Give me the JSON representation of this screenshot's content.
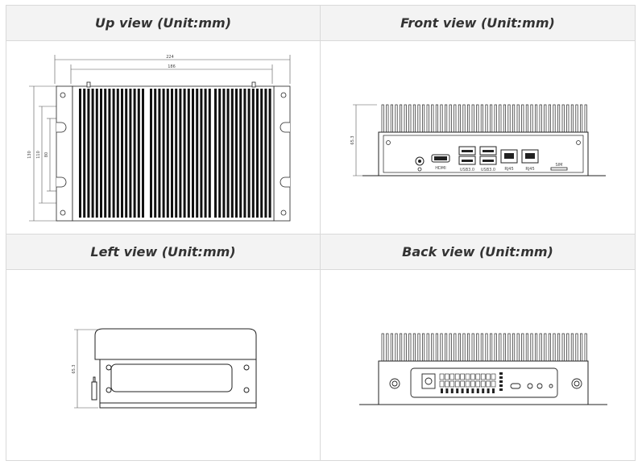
{
  "views": {
    "up": {
      "title": "Up view (Unit:mm)",
      "dims": {
        "outer_w": "224",
        "inner_w": "186",
        "height": "130",
        "pitch_a": "110",
        "pitch_b": "80"
      }
    },
    "front": {
      "title": "Front view (Unit:mm)",
      "dims": {
        "height": "65.3"
      },
      "ports": {
        "hdmi": "HDMI",
        "usb_a": "USB3.0",
        "usb_b": "USB3.0",
        "lan1": "RJ45",
        "lan2": "RJ45",
        "sim": "SIM"
      }
    },
    "left": {
      "title": "Left view (Unit:mm)",
      "dims": {
        "height": "65.3"
      }
    },
    "back": {
      "title": "Back view (Unit:mm)"
    }
  },
  "colors": {
    "header_bg": "#f3f3f3",
    "border": "#d9d9d9",
    "drawing": "#222222",
    "fin": "#111111"
  }
}
